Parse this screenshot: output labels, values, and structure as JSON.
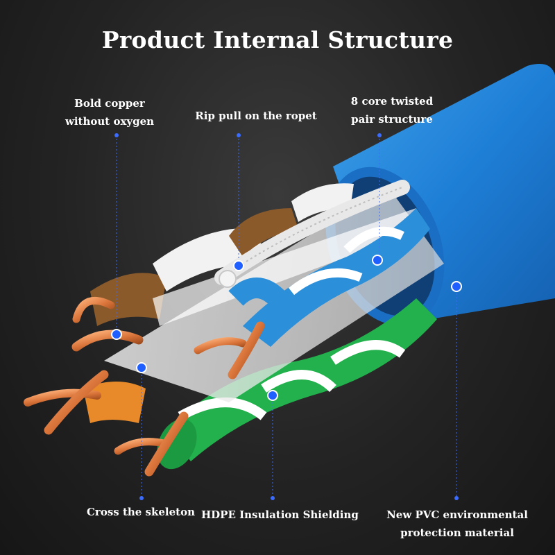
{
  "title": "Product Internal Structure",
  "labels": {
    "copper": [
      "Bold copper",
      "without oxygen"
    ],
    "rip_pull": "Rip pull on the ropet",
    "twisted_pair": [
      "8 core twisted",
      "pair structure"
    ],
    "skeleton": "Cross the skeleton",
    "hdpe": "HDPE Insulation Shielding",
    "pvc": [
      "New PVC environmental",
      "protection material"
    ]
  },
  "colors": {
    "jacket": "#1e7fd6",
    "copper": "#d9743a",
    "marker": "#1f5fff",
    "pair_blue": "#2b8fd9",
    "pair_green": "#22b14c",
    "pair_orange": "#e88a2a",
    "pair_brown": "#8a5a2b"
  }
}
